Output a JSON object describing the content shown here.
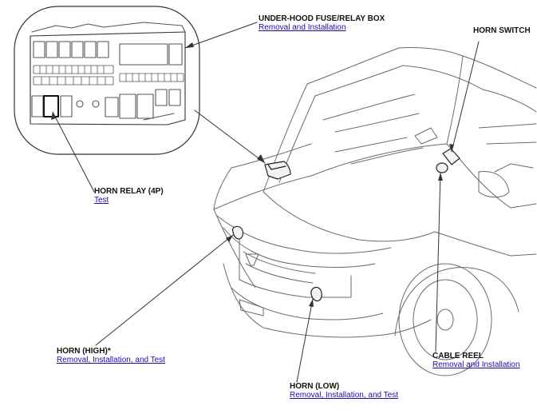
{
  "labels": {
    "fuse_box": {
      "title": "UNDER-HOOD FUSE/RELAY BOX",
      "link": "Removal and Installation"
    },
    "horn_switch": {
      "title": "HORN SWITCH"
    },
    "horn_relay": {
      "title": "HORN RELAY (4P)",
      "link": "Test"
    },
    "horn_high": {
      "title": "HORN (HIGH)*",
      "link": "Removal, Installation, and Test"
    },
    "cable_reel": {
      "title": "CABLE REEL",
      "link": "Removal and Installation"
    },
    "horn_low": {
      "title": "HORN (LOW)",
      "link": "Removal, Installation, and Test"
    }
  },
  "colors": {
    "line": "#333333",
    "link": "#1a0dab",
    "text": "#111111"
  }
}
